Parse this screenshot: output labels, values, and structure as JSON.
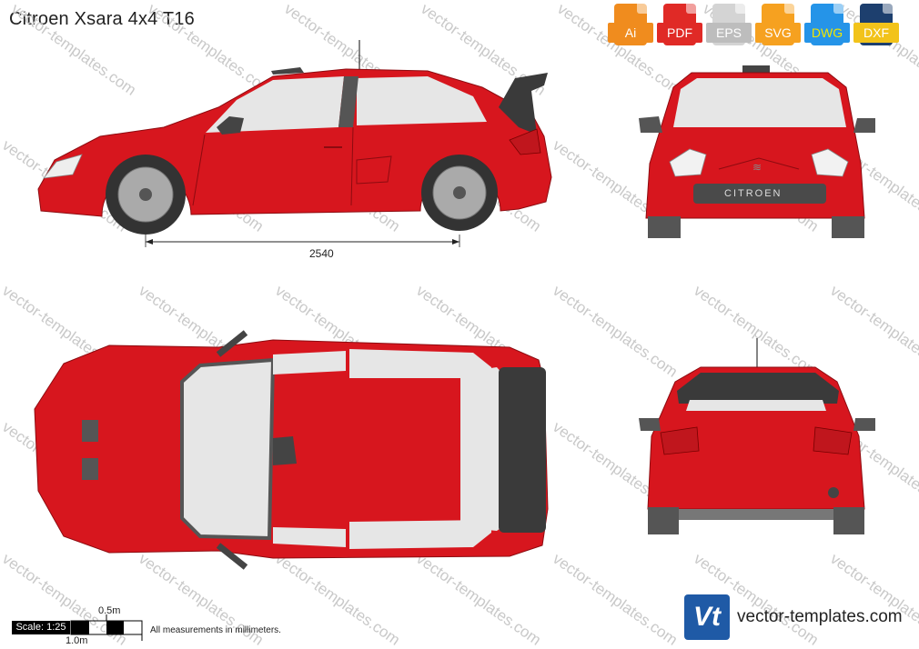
{
  "title": "Citroen Xsara 4x4 T16",
  "formats": [
    {
      "label": "Ai",
      "color": "#f08c1e"
    },
    {
      "label": "PDF",
      "color": "#e02a26"
    },
    {
      "label": "EPS",
      "color": "#d4d4d4"
    },
    {
      "label": "SVG",
      "color": "#f6a120"
    },
    {
      "label": "DWG",
      "color": "#2594e8"
    },
    {
      "label": "DXF",
      "color": "#1d3f6e"
    }
  ],
  "watermark": "vector-templates.com",
  "wheelbase": "2540",
  "grille_text": "CITROEN",
  "scale": {
    "label": "Scale: 1:25",
    "half_m": "0.5m",
    "one_m": "1.0m"
  },
  "note": "All measurements in millimeters.",
  "logo_text": "Vt",
  "site": "vector-templates.com",
  "colors": {
    "body_red": "#d7161e",
    "glass": "#e6e6e6",
    "dark": "#3a3a3a"
  }
}
